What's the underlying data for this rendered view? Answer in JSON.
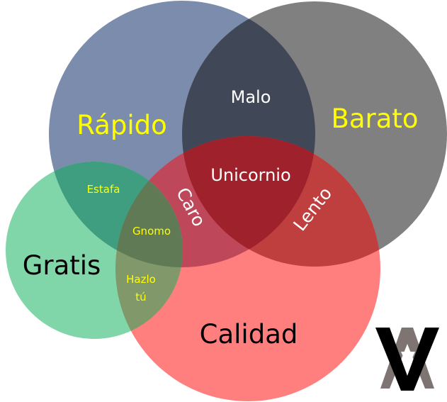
{
  "diagram": {
    "type": "venn",
    "sets": [
      {
        "id": "rapido",
        "label": "Rápido",
        "color": "#7B8CAC",
        "label_color": "#FFFF00"
      },
      {
        "id": "barato",
        "label": "Barato",
        "color": "#808080",
        "label_color": "#FFFF00"
      },
      {
        "id": "calidad",
        "label": "Calidad",
        "color": "#FF7F7F",
        "label_color": "#000000"
      },
      {
        "id": "gratis",
        "label": "Gratis",
        "color": "#80D6A8",
        "label_color": "#000000"
      }
    ],
    "intersections": {
      "rapido_barato": {
        "label": "Malo",
        "color": "#404858"
      },
      "rapido_barato_calidad": {
        "label": "Unicornio",
        "color": "#9E212B"
      },
      "rapido_calidad": {
        "label": "Caro",
        "color": "#BE4759"
      },
      "barato_calidad": {
        "label": "Lento",
        "color": "#BF3F3F"
      },
      "rapido_gratis": {
        "label": "Estafa",
        "color": "#3F9E7F"
      },
      "rapido_calidad_gratis": {
        "label": "Gnomo",
        "color": "#5F7A55"
      },
      "calidad_gratis": {
        "label_line1": "Hazlo",
        "label_line2": "tú",
        "color": "#80986A"
      }
    },
    "logo": {
      "name": "stacked-A-logo",
      "front_color": "#000000",
      "back_color": "#7E7472"
    }
  }
}
